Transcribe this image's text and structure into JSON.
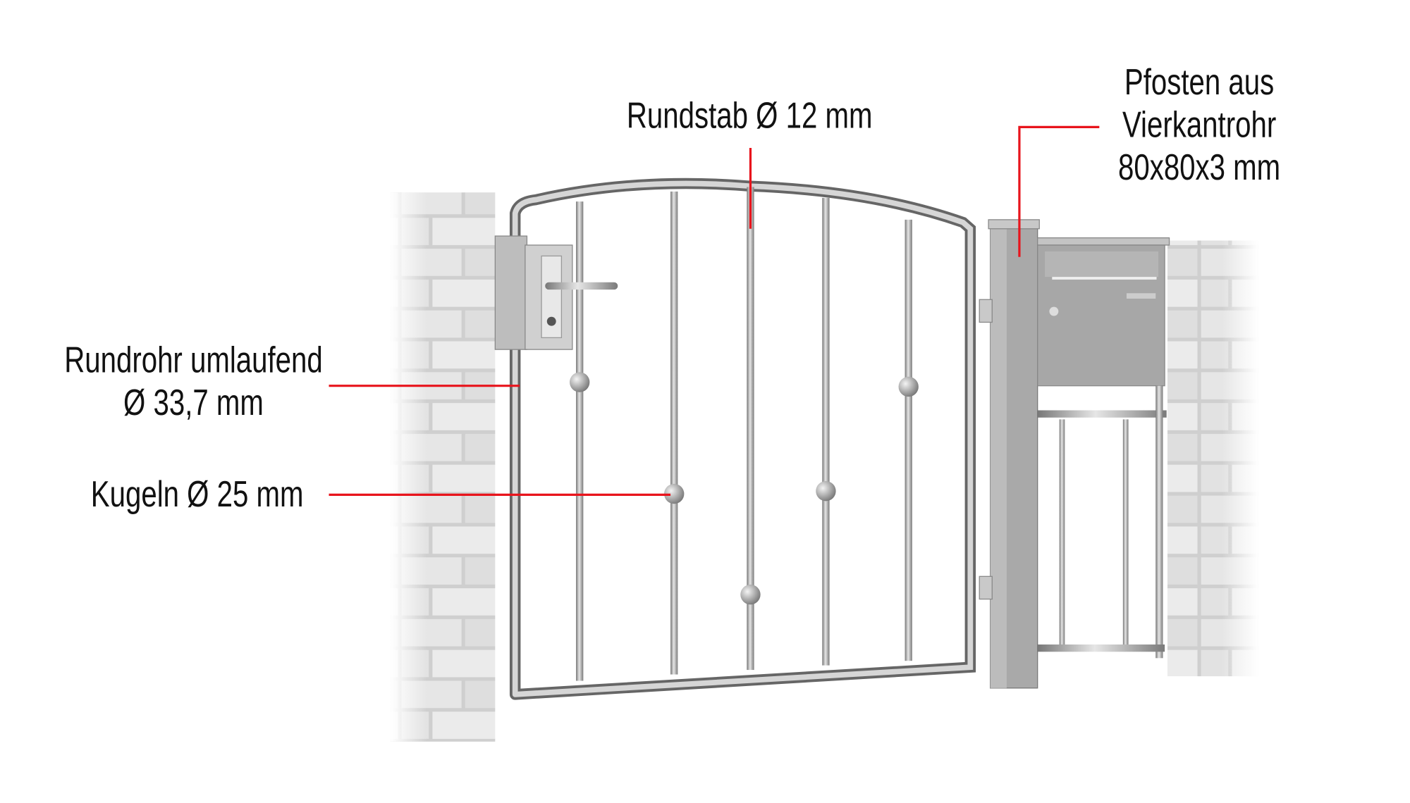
{
  "labels": {
    "rundstab": "Rundstab Ø 12 mm",
    "pfosten": [
      "Pfosten aus",
      "Vierkantrohr",
      "80x80x3 mm"
    ],
    "rundrohr": [
      "Rundrohr umlaufend",
      "Ø 33,7 mm"
    ],
    "kugeln": "Kugeln Ø 25 mm"
  },
  "colors": {
    "callout": "#e8141c",
    "steel": "#b8b8b8",
    "brick": "#d9d9d9"
  }
}
